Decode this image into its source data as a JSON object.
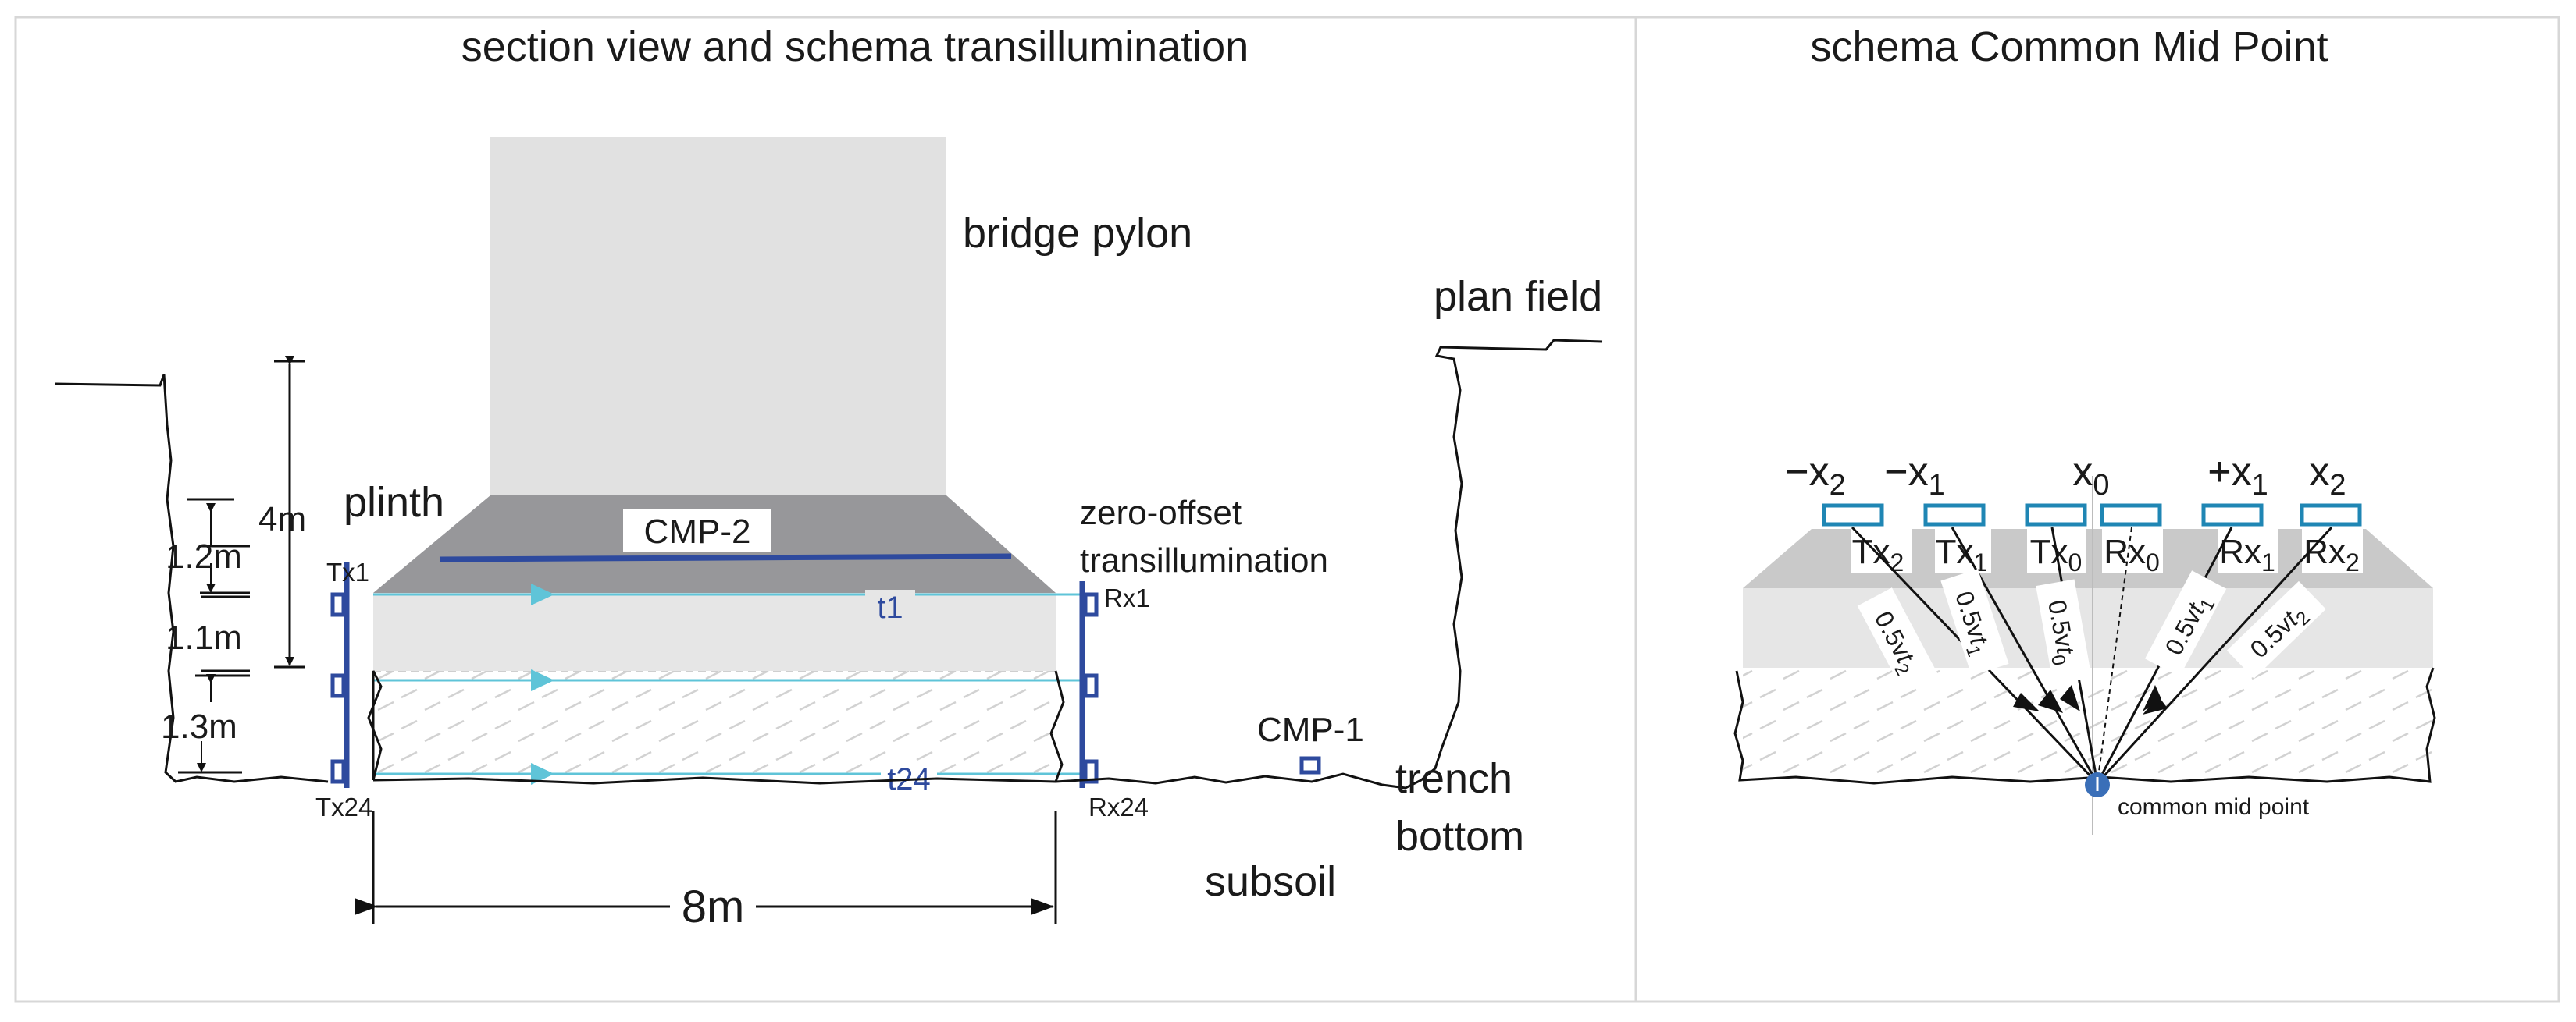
{
  "panels": {
    "left_title": "section view and schema transillumination",
    "right_title": "schema Common Mid Point"
  },
  "left": {
    "bridge_pylon": "bridge pylon",
    "plan_field": "plan field",
    "plinth": "plinth",
    "cmp2": "CMP-2",
    "zero_offset_line1": "zero-offset",
    "zero_offset_line2": "transillumination",
    "tx1": "Tx1",
    "tx24": "Tx24",
    "rx1": "Rx1",
    "rx24": "Rx24",
    "t1": "t1",
    "t24": "t24",
    "cmp1": "CMP-1",
    "trench_line1": "trench",
    "trench_line2": "bottom",
    "subsoil": "subsoil",
    "dim_4m": "4m",
    "dim_1_2m": "1.2m",
    "dim_1_1m": "1.1m",
    "dim_1_3m": "1.3m",
    "dim_8m": "8m"
  },
  "right": {
    "positions": [
      {
        "sign": "−x",
        "sub": "2"
      },
      {
        "sign": "−x",
        "sub": "1"
      },
      {
        "sign": "x",
        "sub": "0"
      },
      {
        "sign": "+x",
        "sub": "1"
      },
      {
        "sign": "x",
        "sub": "2"
      }
    ],
    "antennas": [
      {
        "base": "Tx",
        "sub": "2"
      },
      {
        "base": "Tx",
        "sub": "1"
      },
      {
        "base": "Tx",
        "sub": "0"
      },
      {
        "base": "Rx",
        "sub": "0"
      },
      {
        "base": "Rx",
        "sub": "1"
      },
      {
        "base": "Rx",
        "sub": "2"
      }
    ],
    "rays": [
      {
        "coef": "0.5v",
        "t": "t",
        "sub": "2"
      },
      {
        "coef": "0.5v",
        "t": "t",
        "sub": "1"
      },
      {
        "coef": "0.5v",
        "t": "t",
        "sub": "0"
      },
      {
        "coef": "0.5v",
        "t": "t",
        "sub": "1"
      },
      {
        "coef": "0.5v",
        "t": "t",
        "sub": "2"
      }
    ],
    "common_mid_point": "common mid point"
  },
  "colors": {
    "pylon": "#e1e1e1",
    "plinth": "#97979a",
    "layer": "#e6e6e6",
    "antenna_blue": "#2e4a9e",
    "ray_cyan": "#5fc4d8",
    "cmp_box": "#1f86b4",
    "midpoint": "#3a6fb8"
  }
}
